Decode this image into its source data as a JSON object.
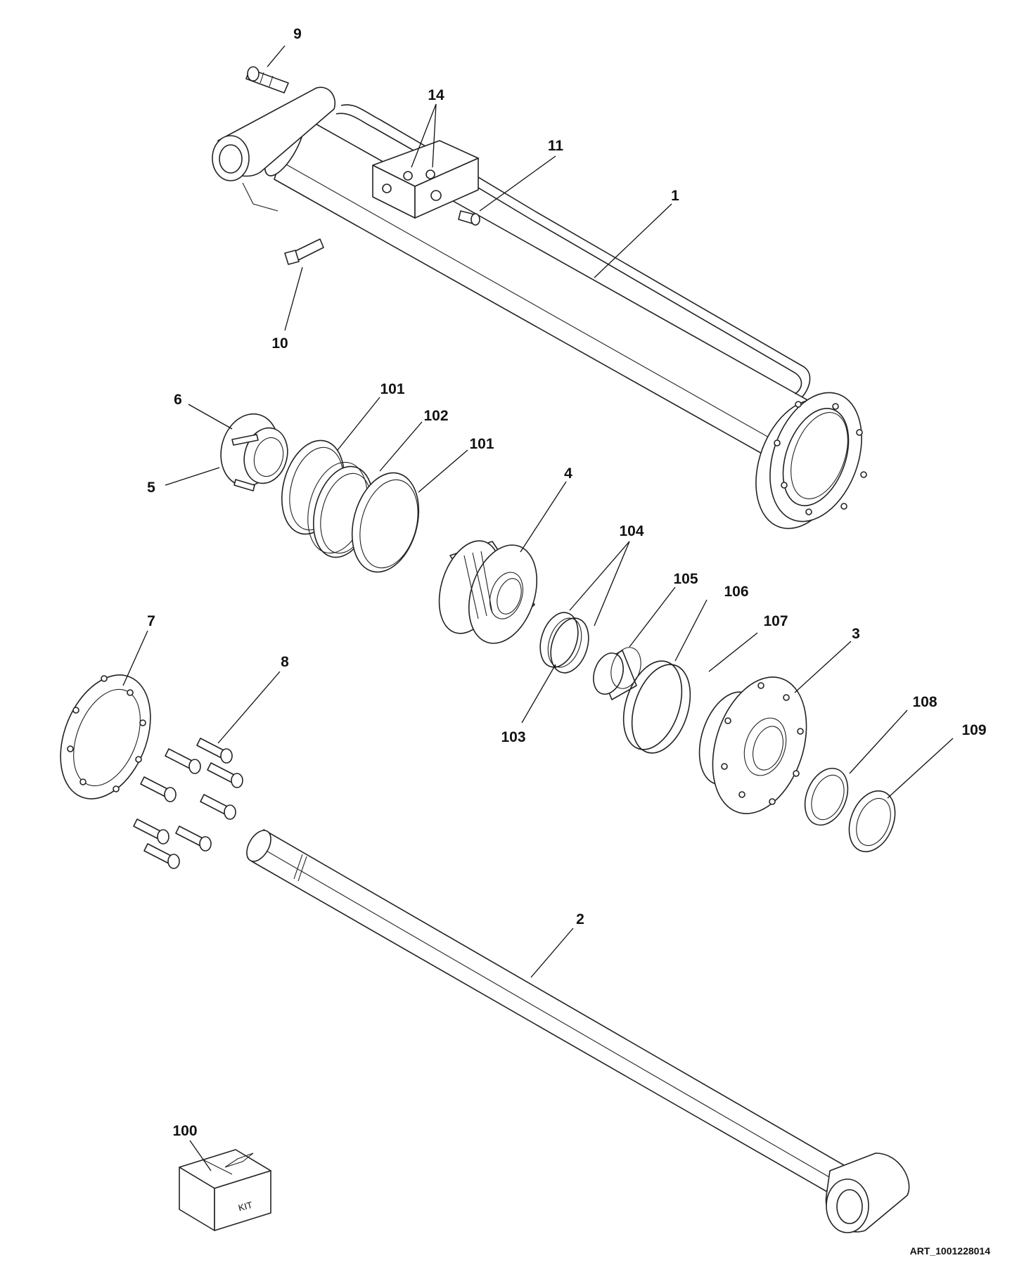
{
  "callouts": {
    "c9": "9",
    "c14": "14",
    "c11": "11",
    "c1": "1",
    "c10": "10",
    "c6": "6",
    "c5": "5",
    "c101a": "101",
    "c102": "102",
    "c101b": "101",
    "c4": "4",
    "c104": "104",
    "c105": "105",
    "c106": "106",
    "c107": "107",
    "c3": "3",
    "c7": "7",
    "c8": "8",
    "c103": "103",
    "c108": "108",
    "c109": "109",
    "c2": "2",
    "c100": "100"
  },
  "kit_label": "KIT",
  "art_id": "ART_1001228014"
}
